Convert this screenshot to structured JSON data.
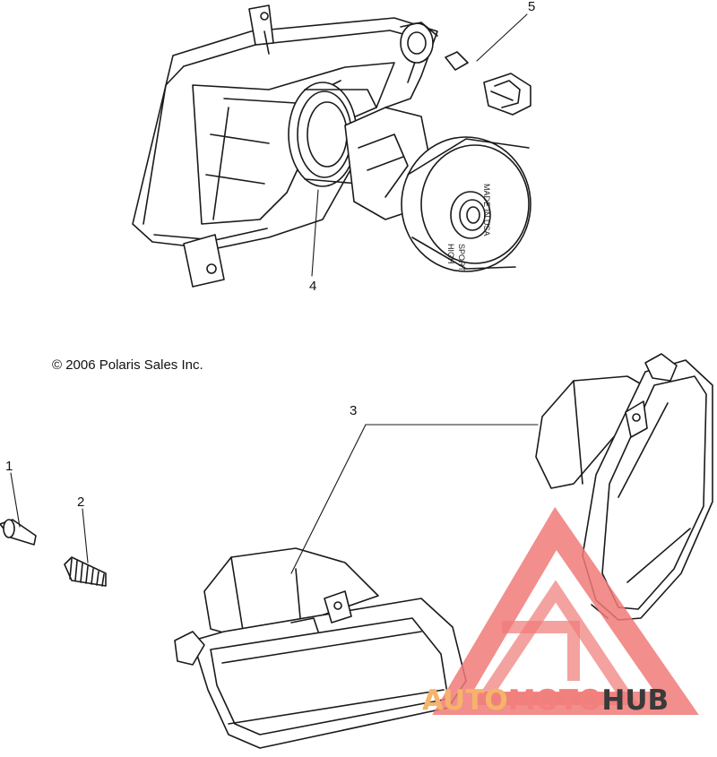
{
  "callouts": [
    "1",
    "2",
    "3",
    "4",
    "5"
  ],
  "copyright": "© 2006 Polaris Sales Inc.",
  "lens_markings": {
    "line1": "MADE IN USA",
    "line2": "SPORT",
    "line3": "HIGH"
  },
  "watermark": {
    "part1": "AUTO",
    "part2": "MOTO",
    "part3": "HUB"
  },
  "colors": {
    "line": "#1a1a1a",
    "watermark_red": "#f07a78",
    "watermark_orange": "#f6b36a",
    "watermark_dark": "#3a3a3a"
  }
}
